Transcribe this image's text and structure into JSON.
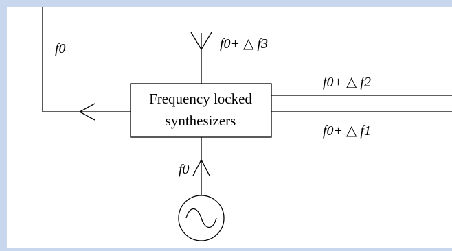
{
  "diagram": {
    "block": {
      "line1": "Frequency locked",
      "line2": "synthesizers"
    },
    "labels": {
      "top_left": "f0",
      "top_antenna": "f0+ △ f3",
      "output_f2": "f0+ △ f2",
      "output_f1": "f0+ △ f1",
      "input": "f0"
    },
    "icons": {
      "antenna": "antenna-icon",
      "oscillator": "sine-source-icon"
    },
    "colors": {
      "background": "#c8d6ee",
      "panel": "#ffffff",
      "stroke": "#000000"
    }
  }
}
